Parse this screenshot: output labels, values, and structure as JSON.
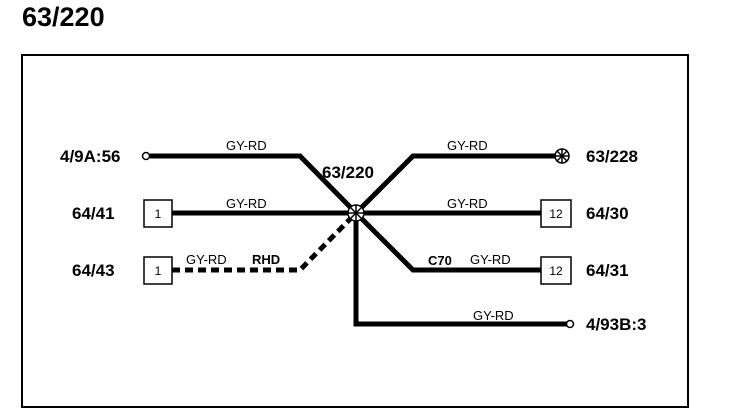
{
  "title": "63/220",
  "splice": {
    "label": "63/220"
  },
  "colors": {
    "line": "#000000",
    "background": "#ffffff"
  },
  "connectors": {
    "c_4_9a": {
      "label": "4/9A:56",
      "pin": ""
    },
    "c_64_41": {
      "label": "64/41",
      "pin": "1"
    },
    "c_64_43": {
      "label": "64/43",
      "pin": "1"
    },
    "c_63_228": {
      "label": "63/228",
      "pin": ""
    },
    "c_64_30": {
      "label": "64/30",
      "pin": "12"
    },
    "c_64_31": {
      "label": "64/31",
      "pin": "12"
    },
    "c_4_93b": {
      "label": "4/93B:3",
      "pin": ""
    }
  },
  "wires": {
    "w1": {
      "color": "GY-RD",
      "note": ""
    },
    "w2": {
      "color": "GY-RD",
      "note": ""
    },
    "w3": {
      "color": "GY-RD",
      "note": "RHD"
    },
    "w4": {
      "color": "GY-RD",
      "note": ""
    },
    "w5": {
      "color": "GY-RD",
      "note": ""
    },
    "w6": {
      "color": "GY-RD",
      "note": "C70"
    },
    "w7": {
      "color": "GY-RD",
      "note": ""
    }
  }
}
